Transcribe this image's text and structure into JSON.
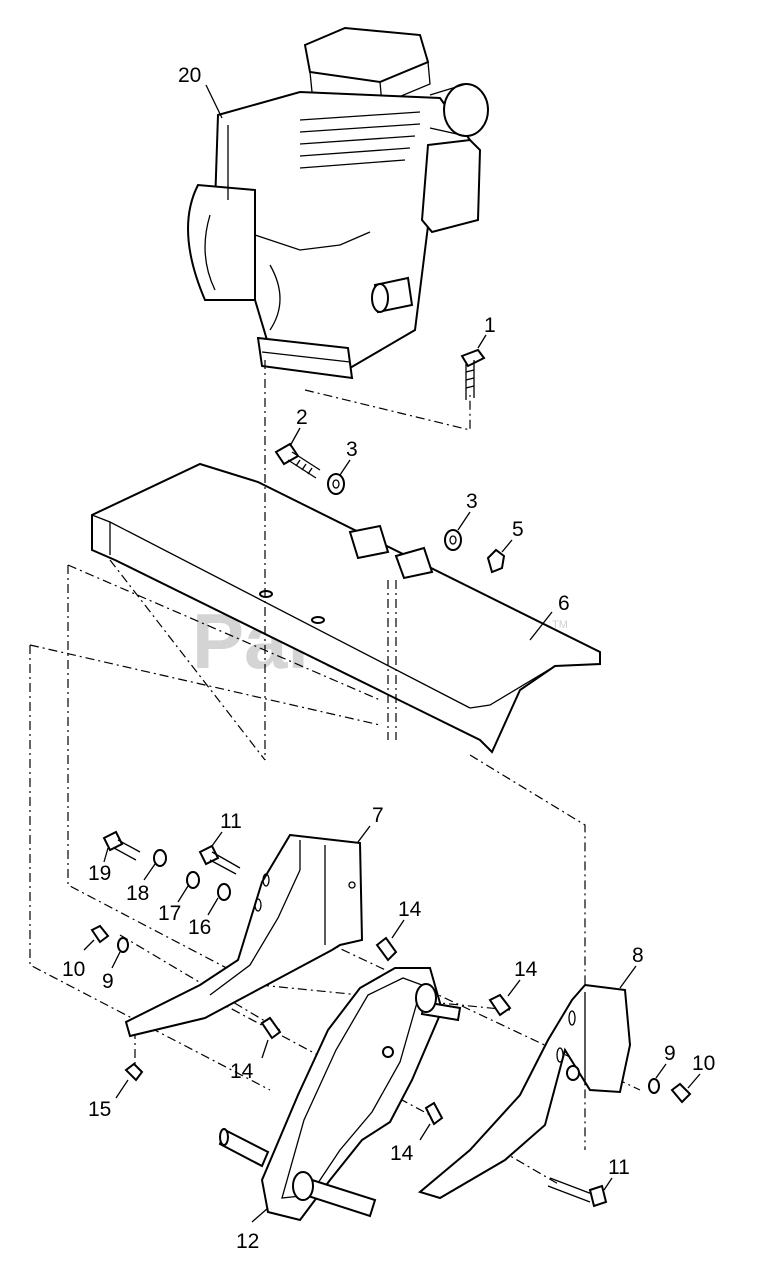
{
  "watermark": "PartsTree",
  "watermark_tm": "TM",
  "callouts": [
    {
      "id": "20",
      "label": "20"
    },
    {
      "id": "1",
      "label": "1"
    },
    {
      "id": "2",
      "label": "2"
    },
    {
      "id": "3a",
      "label": "3"
    },
    {
      "id": "3b",
      "label": "3"
    },
    {
      "id": "5",
      "label": "5"
    },
    {
      "id": "6",
      "label": "6"
    },
    {
      "id": "7",
      "label": "7"
    },
    {
      "id": "11a",
      "label": "11"
    },
    {
      "id": "19",
      "label": "19"
    },
    {
      "id": "18",
      "label": "18"
    },
    {
      "id": "17",
      "label": "17"
    },
    {
      "id": "16",
      "label": "16"
    },
    {
      "id": "14a",
      "label": "14"
    },
    {
      "id": "14b",
      "label": "14"
    },
    {
      "id": "14c",
      "label": "14"
    },
    {
      "id": "14d",
      "label": "14"
    },
    {
      "id": "8",
      "label": "8"
    },
    {
      "id": "10a",
      "label": "10"
    },
    {
      "id": "9a",
      "label": "9"
    },
    {
      "id": "9b",
      "label": "9"
    },
    {
      "id": "10b",
      "label": "10"
    },
    {
      "id": "15",
      "label": "15"
    },
    {
      "id": "11b",
      "label": "11"
    },
    {
      "id": "12",
      "label": "12"
    }
  ]
}
